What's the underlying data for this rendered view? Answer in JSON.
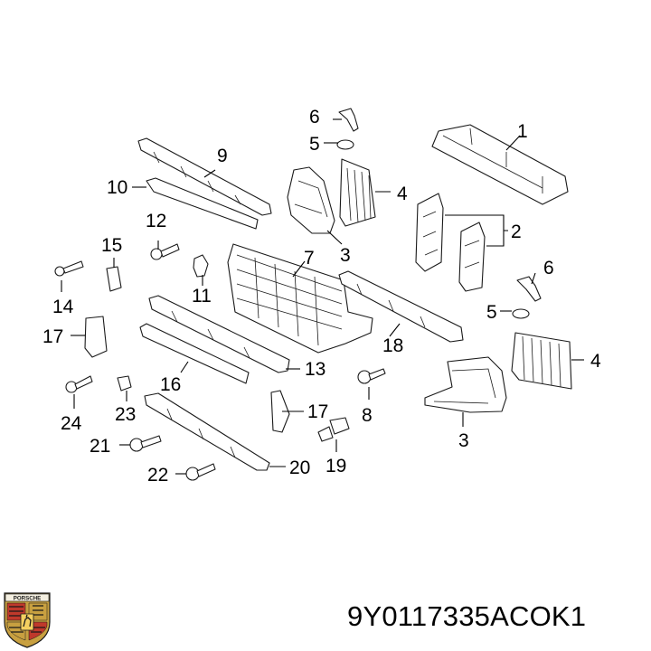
{
  "callouts": {
    "c1": "1",
    "c2": "2",
    "c3a": "3",
    "c3b": "3",
    "c4a": "4",
    "c4b": "4",
    "c5a": "5",
    "c5b": "5",
    "c6a": "6",
    "c6b": "6",
    "c7": "7",
    "c8": "8",
    "c9": "9",
    "c10": "10",
    "c11": "11",
    "c12": "12",
    "c13": "13",
    "c14": "14",
    "c15": "15",
    "c16": "16",
    "c17a": "17",
    "c17b": "17",
    "c18": "18",
    "c19": "19",
    "c20": "20",
    "c21": "21",
    "c22": "22",
    "c23": "23",
    "c24": "24"
  },
  "part_number": "9Y0117335ACOK1",
  "logo": {
    "name": "porsche-crest",
    "text": "PORSCHE",
    "colors": [
      "#c8a040",
      "#c0392b",
      "#1a1a1a"
    ]
  }
}
